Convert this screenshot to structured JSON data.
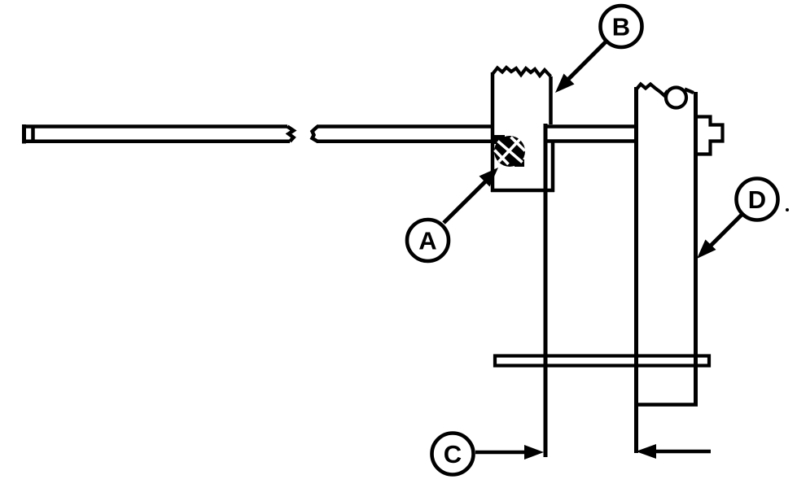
{
  "diagram": {
    "background": "#ffffff",
    "line_color": "#000000",
    "callouts": {
      "a": {
        "label": "A"
      },
      "b": {
        "label": "B"
      },
      "c": {
        "label": "C"
      },
      "d": {
        "label": "D"
      }
    }
  }
}
